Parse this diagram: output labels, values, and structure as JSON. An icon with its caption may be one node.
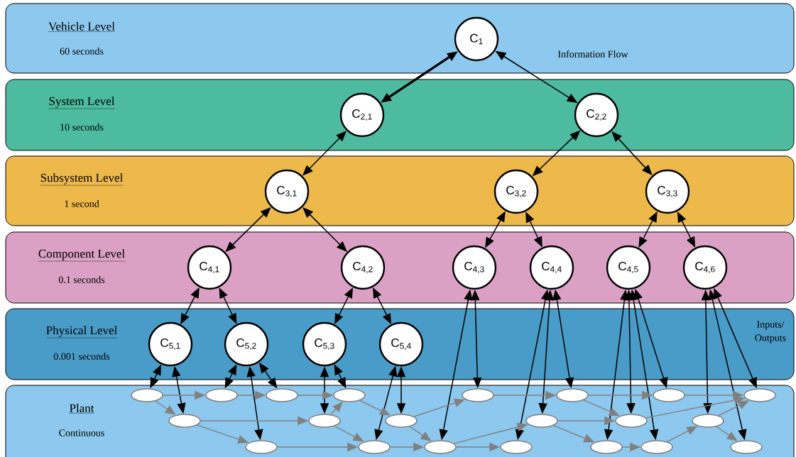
{
  "diagram": {
    "nodes": [
      {
        "text": [
          "Vehicle Level",
          "60 seconds"
        ]
      },
      {
        "text": [
          "C$_{1}$"
        ],
        "in": 0
      },
      {
        "text": [
          "System Level",
          "10 seconds"
        ]
      },
      {
        "text": [
          "C$_{2,1}$"
        ],
        "in": 2
      },
      {
        "text": [
          "C$_{2,2}$"
        ],
        "in": 2
      },
      {
        "text": [
          "Subsystem Level",
          "1 second"
        ]
      },
      {
        "text": [
          "C$_{3,1}$"
        ],
        "in": 5
      },
      {
        "text": [
          "C$_{3,2}$"
        ],
        "in": 5
      },
      {
        "text": [
          "C$_{3,3}$"
        ],
        "in": 5
      },
      {
        "text": [
          "Component Level",
          "0.1 seconds"
        ]
      },
      {
        "text": [
          "C$_{4,1}$"
        ],
        "in": 9
      },
      {
        "text": [
          "C$_{4,2}$"
        ],
        "in": 9
      },
      {
        "text": [
          "C$_{4,3}$"
        ],
        "in": 9
      },
      {
        "text": [
          "C$_{4,4}$"
        ],
        "in": 9
      },
      {
        "text": [
          "C$_{4,5}$"
        ],
        "in": 9
      },
      {
        "text": [
          "C$_{4,6}$"
        ],
        "in": 9
      },
      {
        "text": [
          "Physical Level",
          "0.001 seconds"
        ]
      },
      {
        "text": [
          "C$_{5,1}$"
        ],
        "in": 16
      },
      {
        "text": [
          "C$_{5,2}$"
        ],
        "in": 16
      },
      {
        "text": [
          "C$_{5,3}$"
        ],
        "in": 16
      },
      {
        "text": [
          "C$_{5,4}$"
        ],
        "in": 16
      },
      {
        "text": [
          "Plant",
          "Continuous"
        ]
      },
      {
        "text": [],
        "shape": "ellipse",
        "in": 21
      },
      {
        "text": [],
        "shape": "ellipse",
        "in": 21
      },
      {
        "text": [],
        "shape": "ellipse",
        "in": 21
      },
      {
        "text": [],
        "shape": "ellipse",
        "in": 21
      },
      {
        "text": [],
        "shape": "ellipse",
        "in": 21
      },
      {
        "text": [],
        "shape": "ellipse",
        "in": 21
      },
      {
        "text": [],
        "shape": "ellipse",
        "in": 21
      },
      {
        "text": [],
        "shape": "ellipse",
        "in": 21
      },
      {
        "text": [],
        "shape": "ellipse",
        "in": 21
      },
      {
        "text": [],
        "shape": "ellipse",
        "in": 21
      },
      {
        "text": [],
        "shape": "ellipse",
        "in": 21
      },
      {
        "text": [],
        "shape": "ellipse",
        "in": 21
      },
      {
        "text": [],
        "shape": "ellipse",
        "in": 21
      },
      {
        "text": [],
        "shape": "ellipse",
        "in": 21
      },
      {
        "text": [],
        "shape": "ellipse",
        "in": 21
      },
      {
        "text": [],
        "shape": "ellipse",
        "in": 21
      },
      {
        "text": [],
        "shape": "ellipse",
        "in": 21
      },
      {
        "text": [],
        "shape": "ellipse",
        "in": 21
      },
      {
        "text": [],
        "shape": "ellipse",
        "in": 21
      },
      {
        "text": [],
        "shape": "ellipse",
        "in": 21
      },
      {
        "text": [],
        "shape": "ellipse",
        "in": 21
      }
    ],
    "edges": [
      {
        "from": 1,
        "to": 3,
        "arrow": "both",
        "style": "thick"
      },
      {
        "from": 1,
        "to": 4,
        "arrow": "both"
      },
      {
        "from": 3,
        "to": 6,
        "arrow": "both"
      },
      {
        "from": 4,
        "to": 7,
        "arrow": "both"
      },
      {
        "from": 4,
        "to": 8,
        "arrow": "both"
      },
      {
        "from": 6,
        "to": 10,
        "arrow": "both"
      },
      {
        "from": 6,
        "to": 11,
        "arrow": "both"
      },
      {
        "from": 7,
        "to": 12,
        "arrow": "both"
      },
      {
        "from": 7,
        "to": 13,
        "arrow": "both"
      },
      {
        "from": 8,
        "to": 14,
        "arrow": "both"
      },
      {
        "from": 8,
        "to": 15,
        "arrow": "both"
      },
      {
        "from": 10,
        "to": 17,
        "arrow": "both"
      },
      {
        "from": 10,
        "to": 18,
        "arrow": "both"
      },
      {
        "from": 11,
        "to": 19,
        "arrow": "both"
      },
      {
        "from": 11,
        "to": 20,
        "arrow": "both"
      },
      {
        "from": 17,
        "to": 22,
        "arrow": "both"
      },
      {
        "from": 17,
        "to": 30,
        "arrow": "both"
      },
      {
        "from": 18,
        "to": 23,
        "arrow": "both"
      },
      {
        "from": 18,
        "to": 36,
        "arrow": "both"
      },
      {
        "from": 18,
        "to": 24,
        "arrow": "both"
      },
      {
        "from": 19,
        "to": 31,
        "arrow": "both"
      },
      {
        "from": 19,
        "to": 25,
        "arrow": "both"
      },
      {
        "from": 20,
        "to": 37,
        "arrow": "both"
      },
      {
        "from": 20,
        "to": 32,
        "arrow": "both"
      },
      {
        "from": 12,
        "to": 38,
        "arrow": "both"
      },
      {
        "from": 12,
        "to": 26,
        "arrow": "both"
      },
      {
        "from": 13,
        "to": 39,
        "arrow": "both"
      },
      {
        "from": 13,
        "to": 33,
        "arrow": "both"
      },
      {
        "from": 13,
        "to": 27,
        "arrow": "both"
      },
      {
        "from": 14,
        "to": 40,
        "arrow": "both"
      },
      {
        "from": 14,
        "to": 34,
        "arrow": "both"
      },
      {
        "from": 14,
        "to": 41,
        "arrow": "both"
      },
      {
        "from": 14,
        "to": 28,
        "arrow": "both"
      },
      {
        "from": 15,
        "to": 35,
        "arrow": "both"
      },
      {
        "from": 15,
        "to": 42,
        "arrow": "both"
      },
      {
        "from": 15,
        "to": 29,
        "arrow": "both"
      },
      {
        "from": 22,
        "to": 23,
        "arrow": "to",
        "color": "#808080"
      },
      {
        "from": 23,
        "to": 24,
        "arrow": "to",
        "color": "#808080"
      },
      {
        "from": 24,
        "to": 25,
        "arrow": "to",
        "color": "#808080"
      },
      {
        "from": 22,
        "to": 30,
        "arrow": "to",
        "color": "#808080"
      },
      {
        "from": 30,
        "to": 31,
        "arrow": "to",
        "color": "#808080"
      },
      {
        "from": 30,
        "to": 36,
        "arrow": "to",
        "color": "#808080"
      },
      {
        "from": 31,
        "to": 25,
        "arrow": "to",
        "color": "#808080"
      },
      {
        "from": 25,
        "to": 32,
        "arrow": "to",
        "color": "#808080"
      },
      {
        "from": 31,
        "to": 37,
        "arrow": "to",
        "color": "#808080"
      },
      {
        "from": 36,
        "to": 37,
        "arrow": "to",
        "color": "#808080"
      },
      {
        "from": 32,
        "to": 38,
        "arrow": "to",
        "color": "#808080"
      },
      {
        "from": 37,
        "to": 38,
        "arrow": "to",
        "color": "#808080"
      },
      {
        "from": 32,
        "to": 26,
        "arrow": "to",
        "color": "#808080"
      },
      {
        "from": 38,
        "to": 33,
        "arrow": "to",
        "color": "#808080"
      },
      {
        "from": 38,
        "to": 39,
        "arrow": "to",
        "color": "#808080"
      },
      {
        "from": 26,
        "to": 27,
        "arrow": "to",
        "color": "#808080"
      },
      {
        "from": 27,
        "to": 34,
        "arrow": "to",
        "color": "#808080"
      },
      {
        "from": 33,
        "to": 34,
        "arrow": "to",
        "color": "#808080"
      },
      {
        "from": 33,
        "to": 40,
        "arrow": "to",
        "color": "#808080"
      },
      {
        "from": 27,
        "to": 28,
        "arrow": "to",
        "color": "#808080"
      },
      {
        "from": 28,
        "to": 29,
        "arrow": "to",
        "color": "#808080"
      },
      {
        "from": 34,
        "to": 29,
        "arrow": "to",
        "color": "#808080"
      },
      {
        "from": 40,
        "to": 41,
        "arrow": "to",
        "color": "#808080"
      },
      {
        "from": 41,
        "to": 35,
        "arrow": "to",
        "color": "#808080"
      },
      {
        "from": 35,
        "to": 29,
        "arrow": "to",
        "color": "#808080"
      },
      {
        "from": 35,
        "to": 42,
        "arrow": "to",
        "color": "#808080"
      }
    ],
    "labels": [
      "Information Flow",
      "Inputs/ Outputs"
    ]
  }
}
